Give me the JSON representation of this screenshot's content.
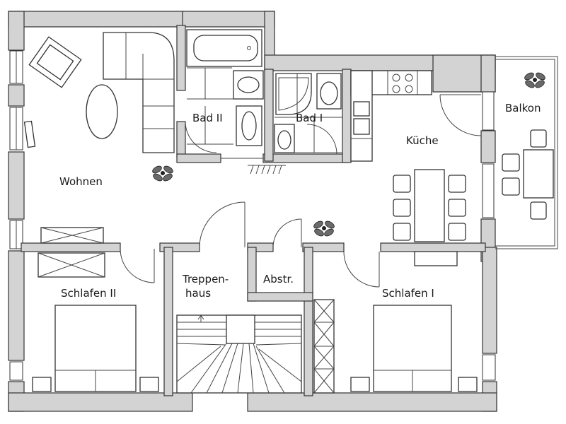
{
  "plan": {
    "rooms": {
      "wohnen": "Wohnen",
      "bad2": "Bad II",
      "bad1": "Bad I",
      "kueche": "Küche",
      "balkon": "Balkon",
      "schlafen2": "Schlafen II",
      "treppen_line1": "Treppen-",
      "treppen_line2": "haus",
      "abstr": "Abstr.",
      "schlafen1": "Schlafen I"
    }
  }
}
